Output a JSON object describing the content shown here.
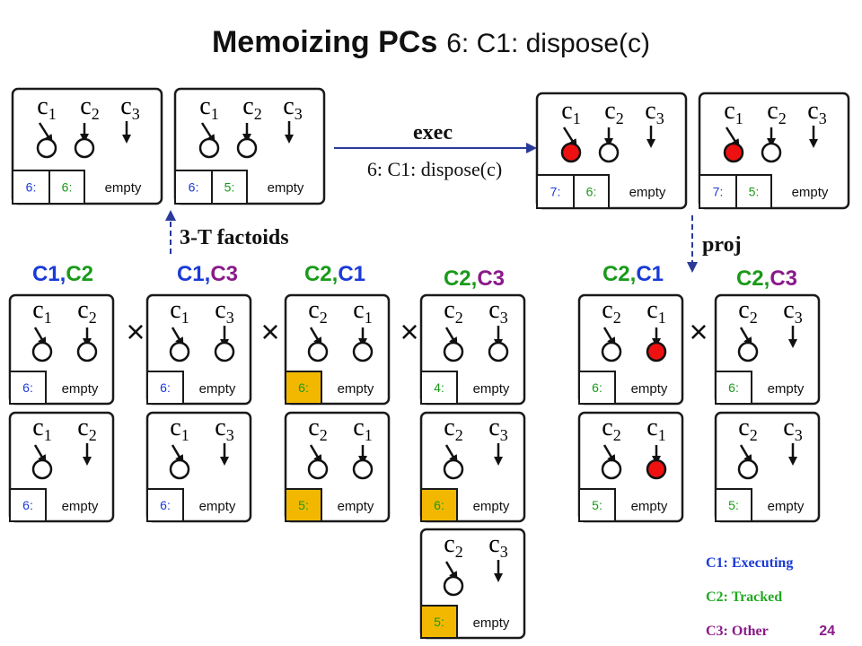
{
  "title": {
    "main": "Memoizing PCs",
    "sub": "6: C1: dispose(c)"
  },
  "colors": {
    "c1": "#1a3ad8",
    "c2": "#1a9a1a",
    "c3": "#8a1a8a",
    "legend_c1": "#1a3ad8",
    "legend_c2": "#22aa22",
    "legend_c3": "#8a1a8a",
    "highlight": "#f2b800",
    "executing_obj": "#ee1111",
    "arrow": "#2a3a9a"
  },
  "labels": {
    "exec": "exec",
    "exec_stmt": "6: C1: dispose(c)",
    "factoids": "3-T factoids",
    "proj": "proj",
    "times": "×",
    "page_number": "24"
  },
  "legend": [
    {
      "text": "C1: Executing",
      "color_key": "legend_c1"
    },
    {
      "text": "C2: Tracked",
      "color_key": "legend_c2"
    },
    {
      "text": "C3: Other",
      "color_key": "legend_c3"
    }
  ],
  "top_boxes": [
    {
      "vars": [
        "c1",
        "c2",
        "c3"
      ],
      "objs": [
        "white",
        "white"
      ],
      "pcs": [
        {
          "text": "6:",
          "color": "c1"
        },
        {
          "text": "6:",
          "color": "c2"
        }
      ],
      "empty": "empty"
    },
    {
      "vars": [
        "c1",
        "c2",
        "c3"
      ],
      "objs": [
        "white",
        "white"
      ],
      "pcs": [
        {
          "text": "6:",
          "color": "c1"
        },
        {
          "text": "5:",
          "color": "c2"
        }
      ],
      "empty": "empty"
    },
    {
      "vars": [
        "c1",
        "c2",
        "c3"
      ],
      "objs": [
        "red",
        "white"
      ],
      "pcs": [
        {
          "text": "7:",
          "color": "c1"
        },
        {
          "text": "6:",
          "color": "c2"
        }
      ],
      "empty": "empty"
    },
    {
      "vars": [
        "c1",
        "c2",
        "c3"
      ],
      "objs": [
        "red",
        "white"
      ],
      "pcs": [
        {
          "text": "7:",
          "color": "c1"
        },
        {
          "text": "5:",
          "color": "c2"
        }
      ],
      "empty": "empty"
    }
  ],
  "groups": [
    {
      "label": [
        {
          "t": "C1",
          "color": "c1"
        },
        {
          "t": ",",
          "color": "c1"
        },
        {
          "t": "C2",
          "color": "c2"
        }
      ],
      "boxes": [
        {
          "vars": [
            "c1",
            "c2"
          ],
          "arrows": [
            1,
            1
          ],
          "objs": [
            "white",
            "white"
          ],
          "pc": {
            "text": "6:",
            "color": "c1",
            "hl": false
          },
          "empty": "empty"
        },
        {
          "vars": [
            "c1",
            "c2"
          ],
          "arrows": [
            1,
            0
          ],
          "objs": [
            "white"
          ],
          "pc": {
            "text": "6:",
            "color": "c1",
            "hl": false
          },
          "empty": "empty"
        }
      ]
    },
    {
      "label": [
        {
          "t": "C1",
          "color": "c1"
        },
        {
          "t": ",",
          "color": "c1"
        },
        {
          "t": "C3",
          "color": "c3"
        }
      ],
      "boxes": [
        {
          "vars": [
            "c1",
            "c3"
          ],
          "arrows": [
            1,
            0
          ],
          "objs": [
            "white",
            "white"
          ],
          "pc": {
            "text": "6:",
            "color": "c1",
            "hl": false
          },
          "empty": "empty"
        },
        {
          "vars": [
            "c1",
            "c3"
          ],
          "arrows": [
            1,
            0
          ],
          "objs": [
            "white"
          ],
          "pc": {
            "text": "6:",
            "color": "c1",
            "hl": false
          },
          "empty": "empty"
        }
      ]
    },
    {
      "label": [
        {
          "t": "C2",
          "color": "c2"
        },
        {
          "t": ",",
          "color": "c2"
        },
        {
          "t": "C1",
          "color": "c1"
        }
      ],
      "boxes": [
        {
          "vars": [
            "c2",
            "c1"
          ],
          "arrows": [
            1,
            1
          ],
          "objs": [
            "white",
            "white"
          ],
          "pc": {
            "text": "6:",
            "color": "c2",
            "hl": true
          },
          "empty": "empty"
        },
        {
          "vars": [
            "c2",
            "c1"
          ],
          "arrows": [
            1,
            1
          ],
          "objs": [
            "white",
            "white"
          ],
          "pc": {
            "text": "5:",
            "color": "c2",
            "hl": true
          },
          "empty": "empty"
        }
      ]
    },
    {
      "label": [
        {
          "t": "C2",
          "color": "c2"
        },
        {
          "t": ",",
          "color": "c2"
        },
        {
          "t": "C3",
          "color": "c3"
        }
      ],
      "boxes": [
        {
          "vars": [
            "c2",
            "c3"
          ],
          "arrows": [
            1,
            0
          ],
          "objs": [
            "white",
            "white"
          ],
          "pc": {
            "text": "4:",
            "color": "c2",
            "hl": false
          },
          "empty": "empty"
        },
        {
          "vars": [
            "c2",
            "c3"
          ],
          "arrows": [
            1,
            0
          ],
          "objs": [
            "white"
          ],
          "pc": {
            "text": "6:",
            "color": "c2",
            "hl": true
          },
          "empty": "empty"
        },
        {
          "vars": [
            "c2",
            "c3"
          ],
          "arrows": [
            1,
            0
          ],
          "objs": [
            "white"
          ],
          "pc": {
            "text": "5:",
            "color": "c2",
            "hl": true
          },
          "empty": "empty"
        }
      ]
    },
    {
      "label": [
        {
          "t": "C2",
          "color": "c2"
        },
        {
          "t": ",",
          "color": "c2"
        },
        {
          "t": "C1",
          "color": "c1"
        }
      ],
      "boxes": [
        {
          "vars": [
            "c2",
            "c1"
          ],
          "arrows": [
            1,
            1
          ],
          "objs": [
            "white",
            "red"
          ],
          "pc": {
            "text": "6:",
            "color": "c2",
            "hl": false
          },
          "empty": "empty"
        },
        {
          "vars": [
            "c2",
            "c1"
          ],
          "arrows": [
            1,
            1
          ],
          "objs": [
            "white",
            "red"
          ],
          "pc": {
            "text": "5:",
            "color": "c2",
            "hl": false
          },
          "empty": "empty"
        }
      ]
    },
    {
      "label": [
        {
          "t": "C2",
          "color": "c2"
        },
        {
          "t": ",",
          "color": "c2"
        },
        {
          "t": "C3",
          "color": "c3"
        }
      ],
      "boxes": [
        {
          "vars": [
            "c2",
            "c3"
          ],
          "arrows": [
            1,
            0
          ],
          "objs": [
            "white"
          ],
          "pc": {
            "text": "6:",
            "color": "c2",
            "hl": false
          },
          "empty": "empty"
        },
        {
          "vars": [
            "c2",
            "c3"
          ],
          "arrows": [
            1,
            0
          ],
          "objs": [
            "white"
          ],
          "pc": {
            "text": "5:",
            "color": "c2",
            "hl": false
          },
          "empty": "empty"
        }
      ]
    }
  ]
}
